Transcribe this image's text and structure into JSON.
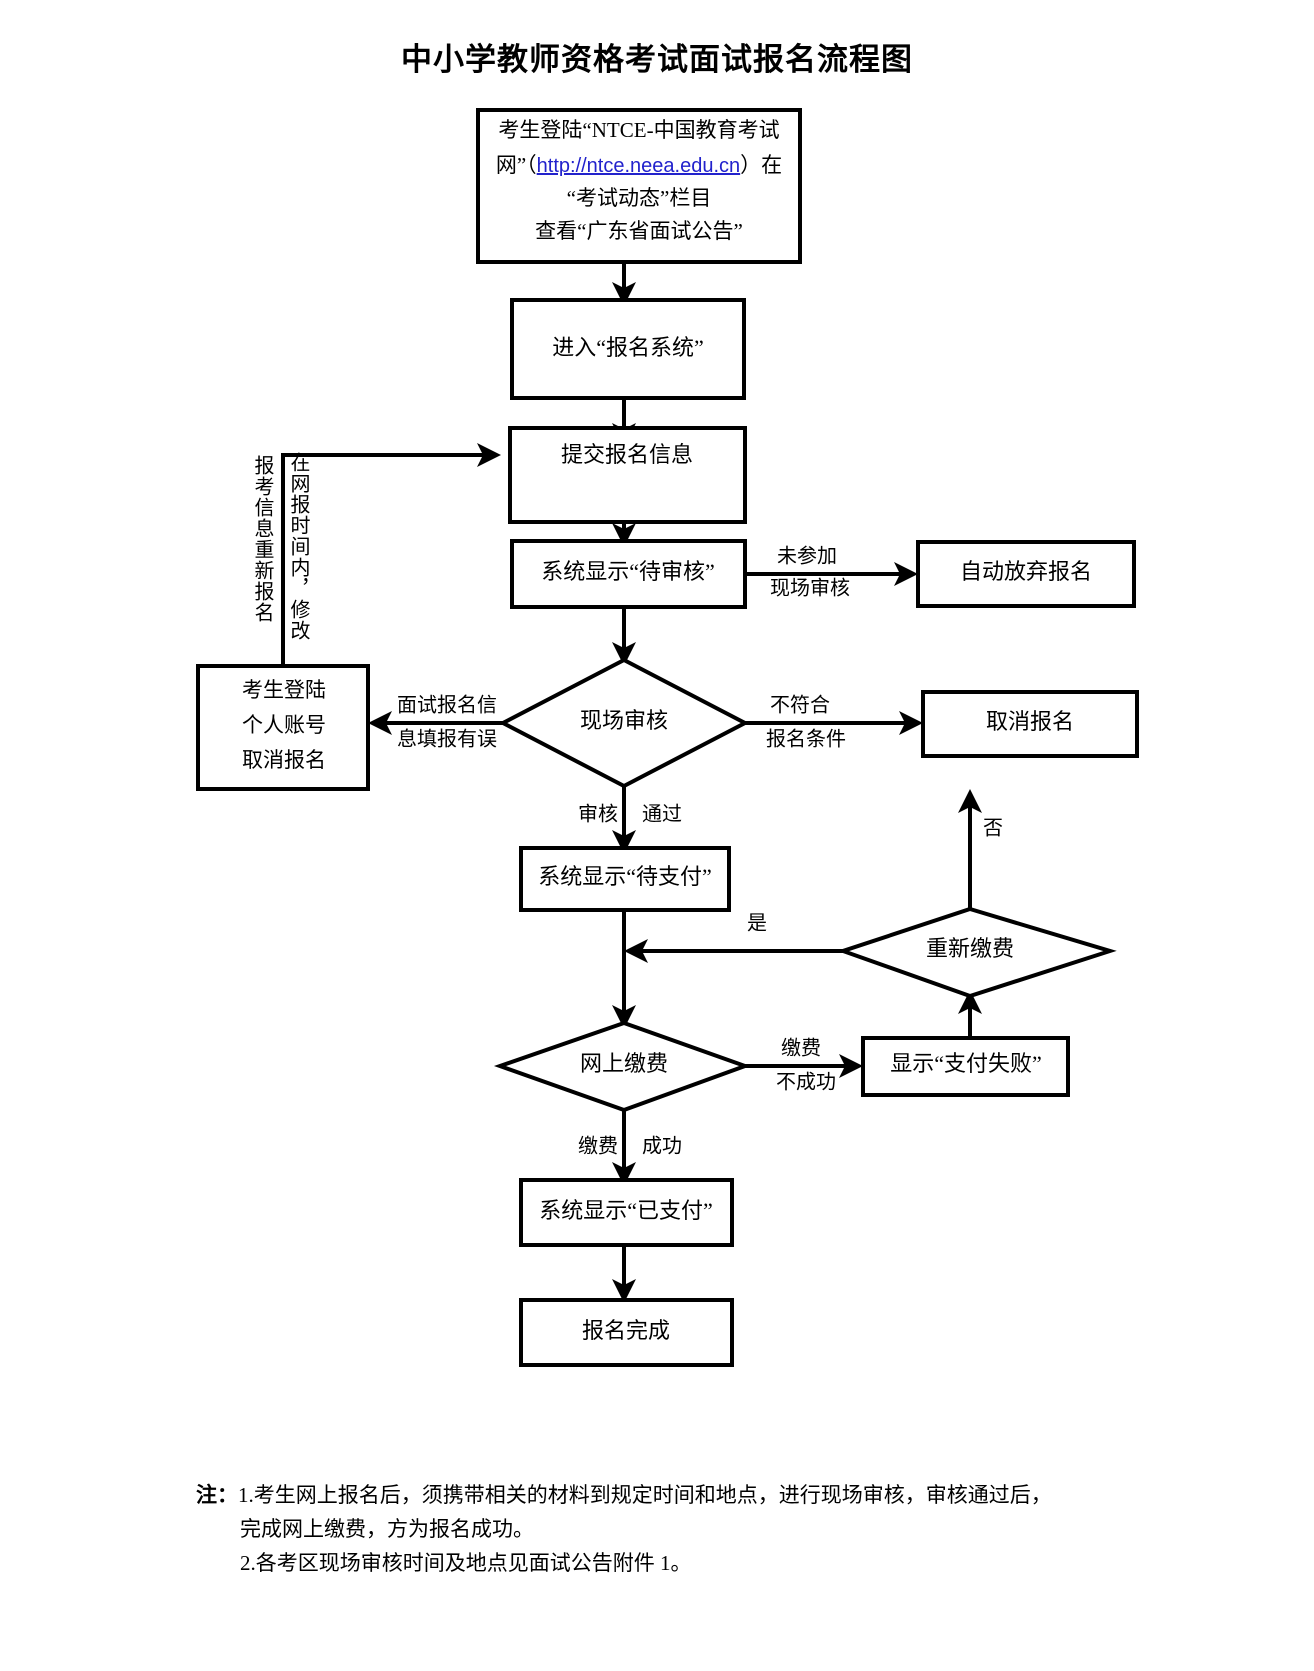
{
  "title": "中小学教师资格考试面试报名流程图",
  "nodes": {
    "n1": {
      "type": "box",
      "lines": [
        "考生登陆“NTCE-中国教育考试",
        "网”（http://ntce.neea.edu.cn）在",
        "“考试动态”栏目",
        "查看“广东省面试公告”"
      ],
      "line1_pre": "考生登陆“NTCE-中国教育考试",
      "line2_pre": "网”（",
      "line2_link": "http://ntce.neea.edu.cn",
      "line2_post": "）在",
      "line3": "“考试动态”栏目",
      "line4": "查看“广东省面试公告”"
    },
    "n2": {
      "type": "box",
      "label": "进入“报名系统”"
    },
    "n3": {
      "type": "box",
      "label": "提交报名信息"
    },
    "n4": {
      "type": "box",
      "label": "系统显示“待审核”"
    },
    "n5": {
      "type": "box",
      "label": "自动放弃报名"
    },
    "n6": {
      "type": "diamond",
      "label": "现场审核"
    },
    "n7": {
      "type": "box",
      "label": "取消报名"
    },
    "n8": {
      "type": "box",
      "lines": [
        "考生登陆",
        "个人账号",
        "取消报名"
      ],
      "l1": "考生登陆",
      "l2": "个人账号",
      "l3": "取消报名"
    },
    "n9": {
      "type": "box",
      "label": "系统显示“待支付”"
    },
    "n10": {
      "type": "diamond",
      "label": "重新缴费"
    },
    "n11": {
      "type": "diamond",
      "label": "网上缴费"
    },
    "n12": {
      "type": "box",
      "label": "显示“支付失败”"
    },
    "n13": {
      "type": "box",
      "label": "系统显示“已支付”"
    },
    "n14": {
      "type": "box",
      "label": "报名完成"
    }
  },
  "edge_labels": {
    "no_onsite_1": "未参加",
    "no_onsite_2": "现场审核",
    "not_qualified_1": "不符合",
    "not_qualified_2": "报名条件",
    "wrong_info_1": "面试报名信",
    "wrong_info_2": "息填报有误",
    "review_a": "审核",
    "review_b": "通过",
    "yes": "是",
    "no": "否",
    "pay_fail_1": "缴费",
    "pay_fail_2": "不成功",
    "pay_ok_a": "缴费",
    "pay_ok_b": "成功"
  },
  "vertical_labels": {
    "left": "报考信息重新报名",
    "right": "在网报时间内，修改"
  },
  "notes": {
    "prefix": "注：",
    "item1_num": "1.",
    "item1_line1": "考生网上报名后，须携带相关的材料到规定时间和地点，进行现场审核，审核通过后，",
    "item1_line2": "完成网上缴费，方为报名成功。",
    "item2": "2.各考区现场审核时间及地点见面试公告附件 1。"
  },
  "colors": {
    "stroke": "#000000",
    "background": "#ffffff",
    "link": "#2222cc"
  }
}
